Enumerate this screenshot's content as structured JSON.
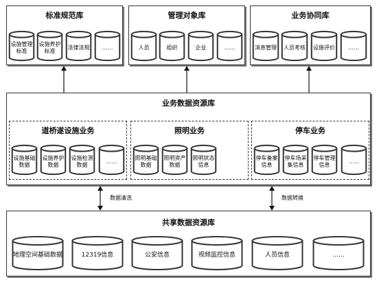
{
  "top": {
    "standards": {
      "title": "标准规范库",
      "items": [
        "设施管理标准",
        "设施养护标准",
        "法律法规",
        "……"
      ]
    },
    "management": {
      "title": "管理对象库",
      "items": [
        "人员",
        "组织",
        "企业",
        "……"
      ]
    },
    "collaboration": {
      "title": "业务协同库",
      "items": [
        "消息管理",
        "人员考核",
        "设施评价",
        "……"
      ]
    }
  },
  "business": {
    "title": "业务数据资源库",
    "road": {
      "title": "道桥遂设施业务",
      "items": [
        "设施基础数据",
        "设施养护数据",
        "设施检测数据",
        "……"
      ]
    },
    "lighting": {
      "title": "照明业务",
      "items": [
        "照明基础数据",
        "照明资产数据",
        "照明状态信息"
      ]
    },
    "parking": {
      "title": "停车业务",
      "items": [
        "停车备案信息",
        "停车场采集信息",
        "停车管理信息",
        "……"
      ]
    }
  },
  "arrows": {
    "clean": "数据清洗",
    "convert": "数据转换"
  },
  "shared": {
    "title": "共享数据资源库",
    "items": [
      "地理空间基础数据",
      "12319信息",
      "公安信息",
      "视频监控信息",
      "人员信息",
      "……"
    ]
  }
}
